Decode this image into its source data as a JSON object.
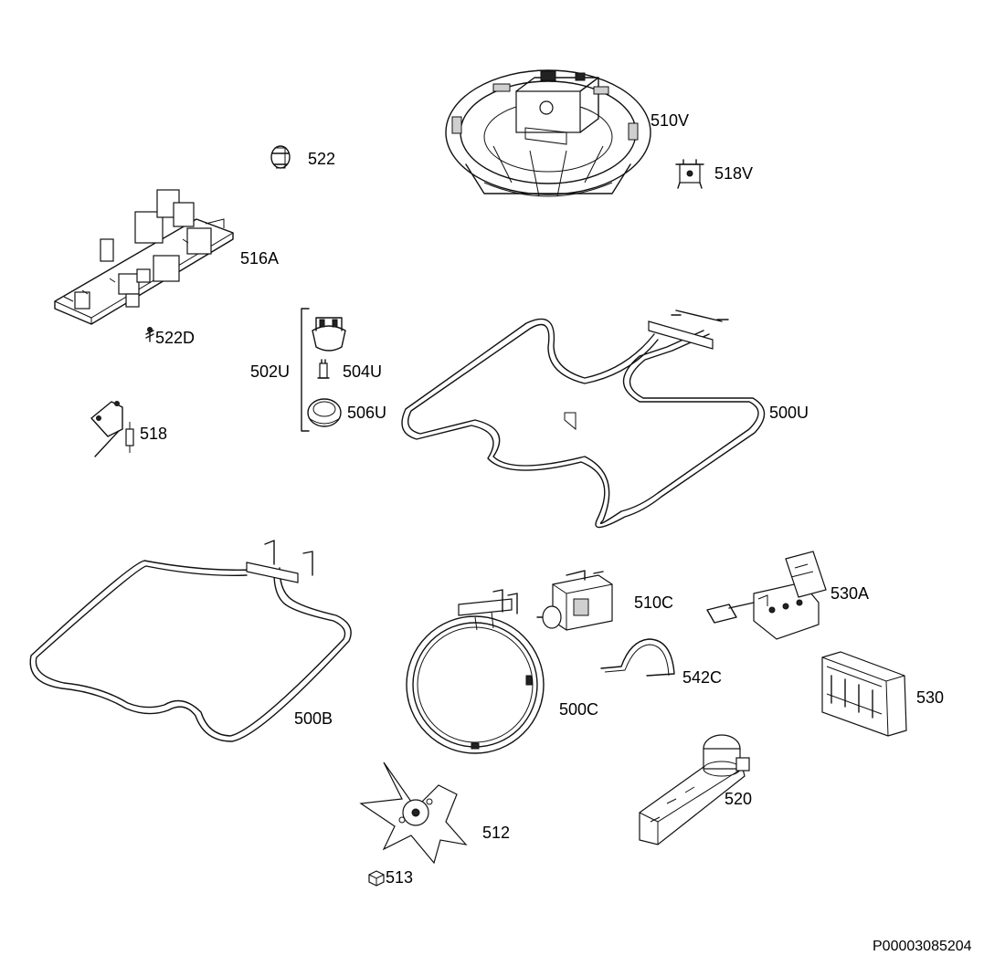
{
  "labels": {
    "p510V": "510V",
    "p522": "522",
    "p518V": "518V",
    "p516A": "516A",
    "p522D": "522D",
    "p502U": "502U",
    "p504U": "504U",
    "p506U": "506U",
    "p500U": "500U",
    "p518": "518",
    "p510C": "510C",
    "p530A": "530A",
    "p542C": "542C",
    "p530": "530",
    "p500B": "500B",
    "p500C": "500C",
    "p520": "520",
    "p512": "512",
    "p513": "513"
  },
  "reference": "P00003085204"
}
